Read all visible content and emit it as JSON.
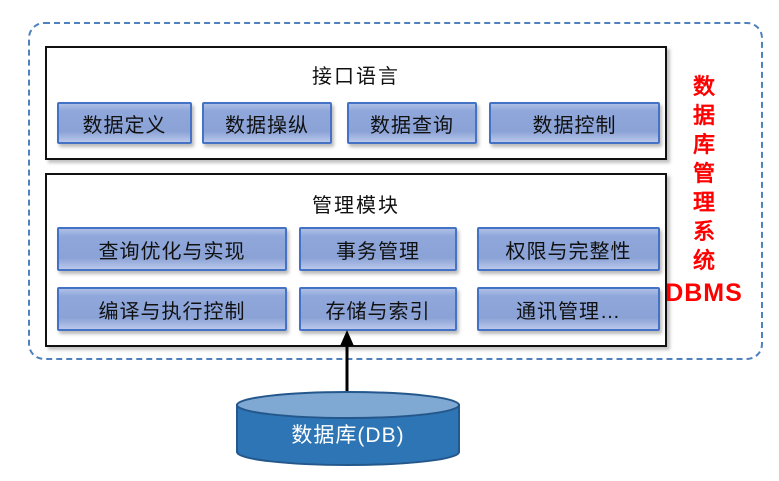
{
  "interface_box": {
    "title": "接口语言",
    "buttons": [
      {
        "label": "数据定义"
      },
      {
        "label": "数据操纵"
      },
      {
        "label": "数据查询"
      },
      {
        "label": "数据控制"
      }
    ]
  },
  "management_box": {
    "title": "管理模块",
    "row1": [
      {
        "label": "查询优化与实现"
      },
      {
        "label": "事务管理"
      },
      {
        "label": "权限与完整性"
      }
    ],
    "row2": [
      {
        "label": "编译与执行控制"
      },
      {
        "label": "存储与索引"
      },
      {
        "label": "通讯管理…"
      }
    ]
  },
  "side_label": {
    "vertical_text": "数据库管理系统",
    "chars": [
      "数",
      "据",
      "库",
      "管",
      "理",
      "系",
      "统"
    ],
    "abbr": "DBMS",
    "color": "#FF0000"
  },
  "database": {
    "label": "数据库(DB)"
  },
  "colors": {
    "dashed_frame": "#4E81BD",
    "module_border": "#4472C4",
    "module_fill": "#8FA7DA",
    "box_border": "#111111",
    "cylinder_body": "#2E75B6",
    "cylinder_top": "#7FA8D2",
    "cylinder_border": "#24588C",
    "arrow": "#000000",
    "side_label_red": "#FF0000"
  }
}
